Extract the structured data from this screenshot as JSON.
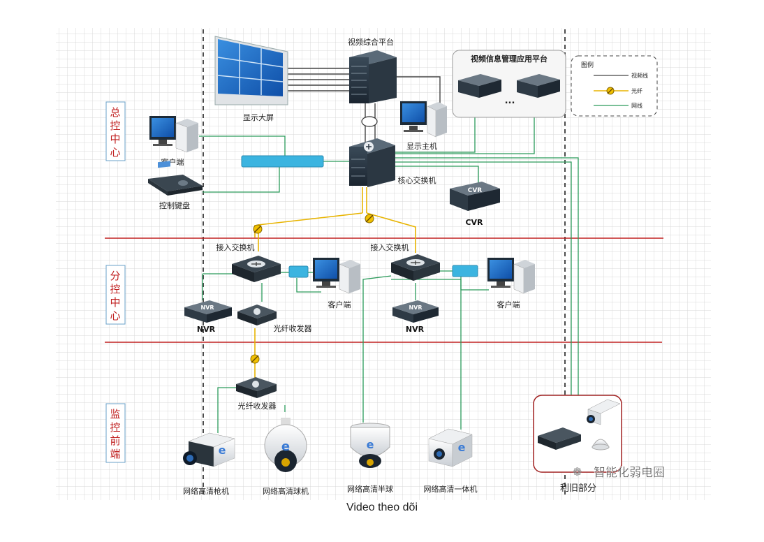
{
  "caption": "Video theo dõi",
  "zones": {
    "hq": "总控中心",
    "branch": "分控中心",
    "front": "监控前端"
  },
  "hq": {
    "platform": "视频综合平台",
    "display_wall": "显示大屏",
    "app_platform": "视频信息管理应用平台",
    "app_ellipsis": "...",
    "display_host": "显示主机",
    "client": "客户端",
    "keyboard": "控制键盘",
    "core_switch": "核心交换机",
    "cvr_label": "CVR",
    "cvr_badge": "CVR"
  },
  "legend": {
    "title": "图例",
    "items": [
      "视频线",
      "光纤",
      "网线"
    ]
  },
  "branch": {
    "access_switch_left": "接入交换机",
    "access_switch_right": "接入交换机",
    "nvr_left": "NVR",
    "nvr_right": "NVR",
    "nvr_badge": "NVR",
    "fiber_transceiver": "光纤收发器",
    "client_left": "客户端",
    "client_right": "客户端"
  },
  "front": {
    "fiber_transceiver": "光纤收发器",
    "gun_camera": "网络高清枪机",
    "dome_camera": "网络高清球机",
    "half_dome": "网络高清半球",
    "integrated_camera": "网络高清一体机",
    "reuse_part": "利旧部分"
  },
  "watermark": "智能化弱电圈",
  "colors": {
    "fiber": "#e8b400",
    "network": "#2a9a5a",
    "video": "#444444",
    "zone_divider": "#c02020",
    "zone_text": "#c02020",
    "hub": "#3bb4e0"
  }
}
